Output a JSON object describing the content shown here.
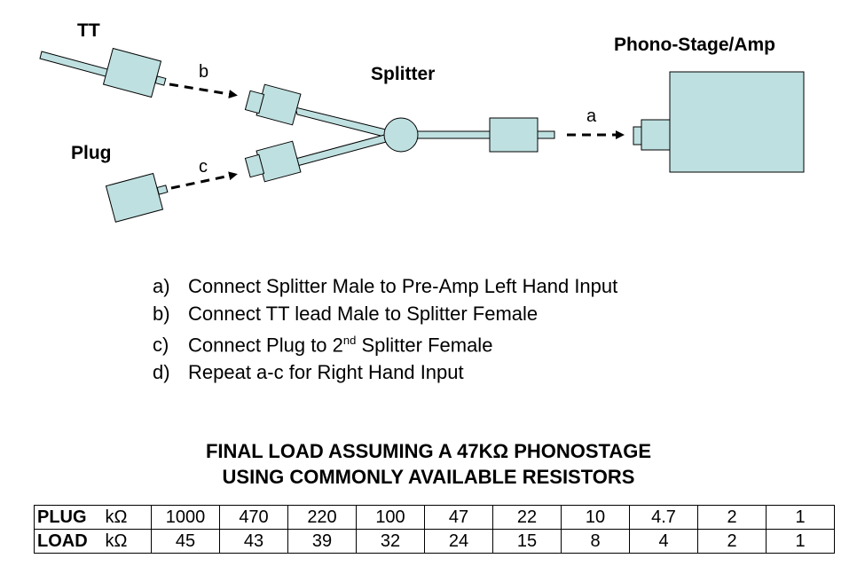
{
  "diagram": {
    "labels": {
      "tt": "TT",
      "plug": "Plug",
      "splitter": "Splitter",
      "amp": "Phono-Stage/Amp",
      "b": "b",
      "c": "c",
      "a": "a"
    },
    "colors": {
      "fill": "#bfe0e0",
      "stroke": "#000000"
    }
  },
  "instructions": [
    {
      "marker": "a)",
      "text": "Connect Splitter Male to Pre-Amp Left Hand Input"
    },
    {
      "marker": "b)",
      "text": "Connect TT lead Male to Splitter Female"
    },
    {
      "marker": "c)",
      "text_before": "Connect Plug to 2",
      "sup": "nd",
      "text_after": " Splitter Female"
    },
    {
      "marker": "d)",
      "text": "Repeat a-c for Right Hand Input"
    }
  ],
  "table": {
    "title_line1": "FINAL LOAD ASSUMING A 47KΩ PHONOSTAGE",
    "title_line2": "USING COMMONLY AVAILABLE RESISTORS",
    "rows": [
      {
        "name": "PLUG",
        "unit": "kΩ",
        "values": [
          "1000",
          "470",
          "220",
          "100",
          "47",
          "22",
          "10",
          "4.7",
          "2",
          "1"
        ]
      },
      {
        "name": "LOAD",
        "unit": "kΩ",
        "values": [
          "45",
          "43",
          "39",
          "32",
          "24",
          "15",
          "8",
          "4",
          "2",
          "1"
        ]
      }
    ]
  }
}
